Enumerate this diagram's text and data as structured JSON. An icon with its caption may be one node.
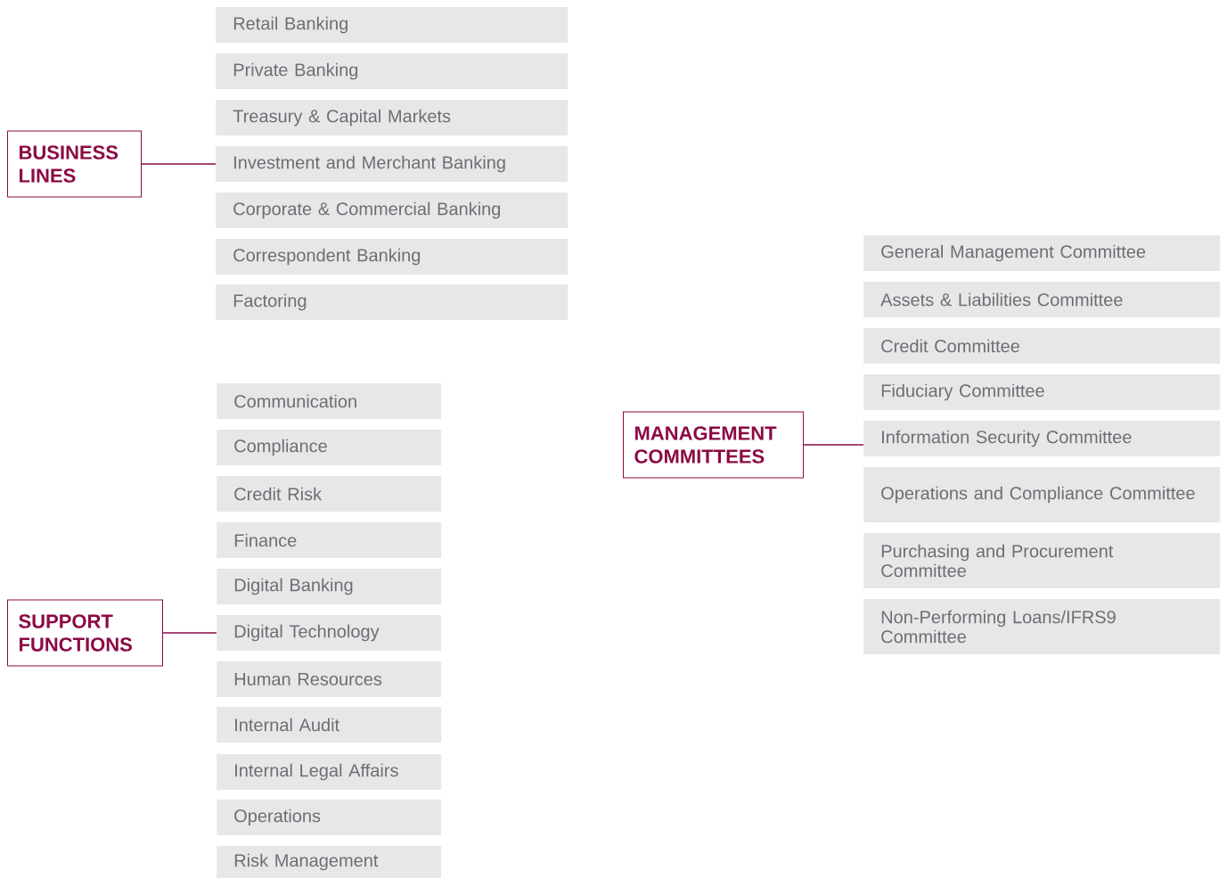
{
  "diagram": {
    "nodes": [
      {
        "text": [
          "BUSINESS LINES"
        ]
      },
      {
        "text": [
          "Retail Banking"
        ]
      },
      {
        "text": [
          "Private Banking"
        ]
      },
      {
        "text": [
          "Treasury & Capital Markets"
        ]
      },
      {
        "text": [
          "Investment and Merchant Banking"
        ]
      },
      {
        "text": [
          "Corporate & Commercial Banking"
        ]
      },
      {
        "text": [
          "Correspondent Banking"
        ]
      },
      {
        "text": [
          "Factoring"
        ]
      },
      {
        "text": [
          "SUPPORT FUNCTIONS"
        ]
      },
      {
        "text": [
          "Communication"
        ]
      },
      {
        "text": [
          "Compliance"
        ]
      },
      {
        "text": [
          "Credit Risk"
        ]
      },
      {
        "text": [
          "Finance"
        ]
      },
      {
        "text": [
          "Digital Banking"
        ]
      },
      {
        "text": [
          "Digital Technology"
        ]
      },
      {
        "text": [
          "Human Resources"
        ]
      },
      {
        "text": [
          "Internal Audit"
        ]
      },
      {
        "text": [
          "Internal Legal Affairs"
        ]
      },
      {
        "text": [
          "Operations"
        ]
      },
      {
        "text": [
          "Risk Management"
        ]
      },
      {
        "text": [
          "MANAGEMENT COMMITTEES"
        ]
      },
      {
        "text": [
          "General Management Committee"
        ]
      },
      {
        "text": [
          "Assets & Liabilities Committee"
        ]
      },
      {
        "text": [
          "Credit Committee"
        ]
      },
      {
        "text": [
          "Fiduciary Committee"
        ]
      },
      {
        "text": [
          "Information Security Committee"
        ]
      },
      {
        "text": [
          "Operations and Compliance Committee"
        ]
      },
      {
        "text": [
          "Purchasing and Procurement Committee"
        ]
      },
      {
        "text": [
          "Non-Performing Loans/IFRS9 Committee"
        ]
      }
    ],
    "edges": [
      {
        "from": 0,
        "to": 4,
        "arrow": "none"
      },
      {
        "from": 8,
        "to": 14,
        "arrow": "none"
      },
      {
        "from": 20,
        "to": 25,
        "arrow": "none"
      }
    ]
  }
}
